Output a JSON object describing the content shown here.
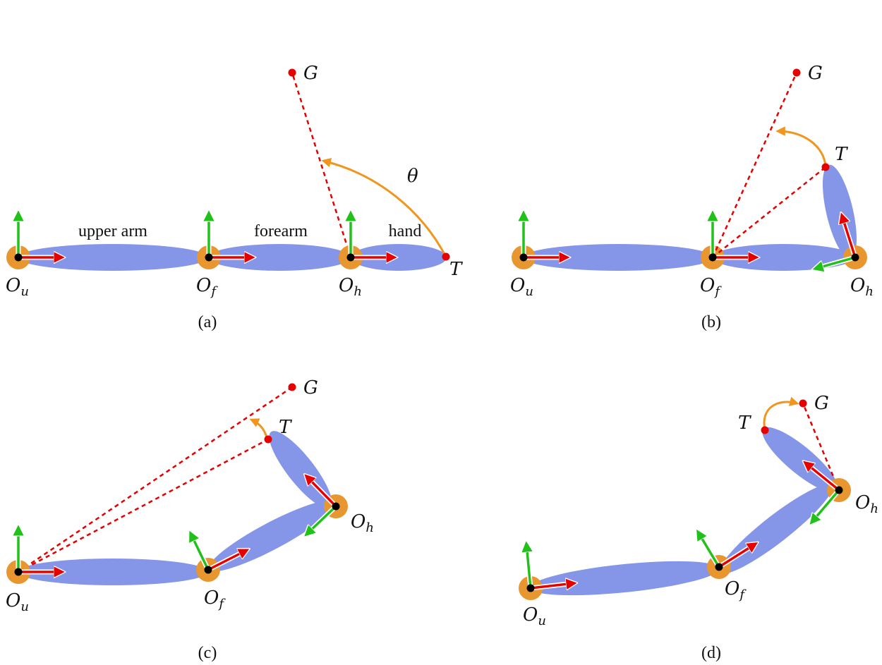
{
  "segments": {
    "upper_arm": "upper arm",
    "forearm": "forearm",
    "hand": "hand"
  },
  "joints": {
    "upper": {
      "base": "O",
      "sub": "u"
    },
    "fore": {
      "base": "O",
      "sub": "f"
    },
    "hand": {
      "base": "O",
      "sub": "h"
    }
  },
  "points": {
    "goal": "G",
    "tip": "T"
  },
  "angle": "θ",
  "captions": [
    "(a)",
    "(b)",
    "(c)",
    "(d)"
  ],
  "colors": {
    "limb": "#8595e8",
    "joint": "#e8962f",
    "x_axis": "#e60000",
    "y_axis": "#22c01a",
    "target_line": "#e60000",
    "rotation_arc": "#f0961e"
  }
}
